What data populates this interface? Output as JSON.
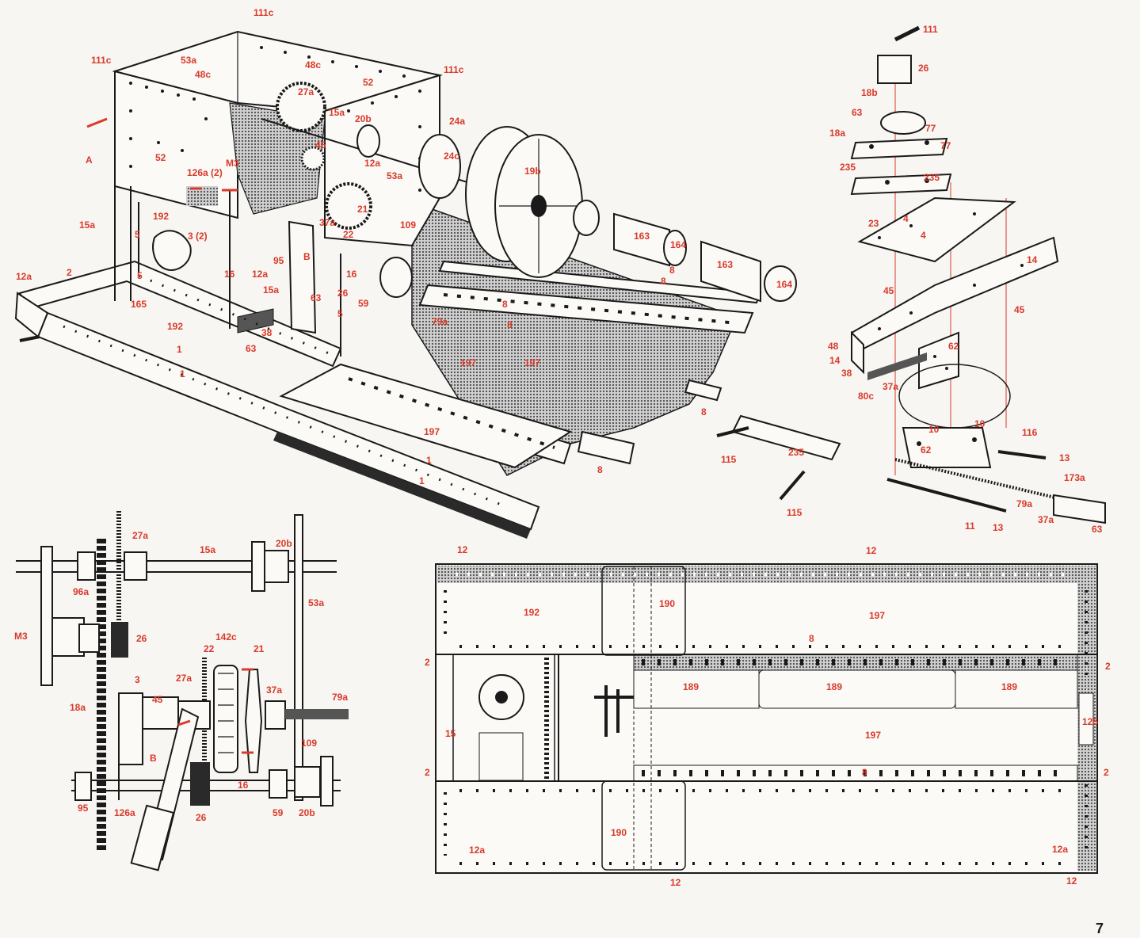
{
  "page_number": "7",
  "label_color": "#d93a2b",
  "ink_color": "#1a1a1a",
  "labels": [
    {
      "id": "a1",
      "text": "111c"
    },
    {
      "id": "a2",
      "text": "111c"
    },
    {
      "id": "a3",
      "text": "53a"
    },
    {
      "id": "a4",
      "text": "48c"
    },
    {
      "id": "a5",
      "text": "48c"
    },
    {
      "id": "a6",
      "text": "111c"
    },
    {
      "id": "a7",
      "text": "52"
    },
    {
      "id": "a8",
      "text": "27a"
    },
    {
      "id": "a9",
      "text": "15a"
    },
    {
      "id": "a10",
      "text": "20b"
    },
    {
      "id": "a11",
      "text": "24a"
    },
    {
      "id": "a12",
      "text": "45"
    },
    {
      "id": "a13",
      "text": "A"
    },
    {
      "id": "a14",
      "text": "52"
    },
    {
      "id": "a15",
      "text": "M3"
    },
    {
      "id": "a16",
      "text": "126a (2)"
    },
    {
      "id": "a17",
      "text": "12a"
    },
    {
      "id": "a18",
      "text": "53a"
    },
    {
      "id": "a19",
      "text": "24c"
    },
    {
      "id": "a20",
      "text": "19b"
    },
    {
      "id": "a21",
      "text": "192"
    },
    {
      "id": "a22",
      "text": "15a"
    },
    {
      "id": "a23",
      "text": "5"
    },
    {
      "id": "a24",
      "text": "3 (2)"
    },
    {
      "id": "a25",
      "text": "21"
    },
    {
      "id": "a26",
      "text": "37a"
    },
    {
      "id": "a27",
      "text": "22"
    },
    {
      "id": "a28",
      "text": "109"
    },
    {
      "id": "a29",
      "text": "163"
    },
    {
      "id": "a30",
      "text": "164"
    },
    {
      "id": "a31",
      "text": "163"
    },
    {
      "id": "a32",
      "text": "164"
    },
    {
      "id": "a33",
      "text": "5"
    },
    {
      "id": "a34",
      "text": "95"
    },
    {
      "id": "a35",
      "text": "B"
    },
    {
      "id": "a36",
      "text": "12a"
    },
    {
      "id": "a37",
      "text": "16"
    },
    {
      "id": "a38",
      "text": "16"
    },
    {
      "id": "a39",
      "text": "8"
    },
    {
      "id": "a40",
      "text": "8"
    },
    {
      "id": "a41",
      "text": "12a"
    },
    {
      "id": "a42",
      "text": "2"
    },
    {
      "id": "a43",
      "text": "165"
    },
    {
      "id": "a44",
      "text": "15a"
    },
    {
      "id": "a45",
      "text": "63"
    },
    {
      "id": "a46",
      "text": "26"
    },
    {
      "id": "a47",
      "text": "59"
    },
    {
      "id": "a48",
      "text": "8"
    },
    {
      "id": "a49",
      "text": "192"
    },
    {
      "id": "a50",
      "text": "5"
    },
    {
      "id": "a51",
      "text": "38"
    },
    {
      "id": "a52",
      "text": "63"
    },
    {
      "id": "a53",
      "text": "79a"
    },
    {
      "id": "a54",
      "text": "8"
    },
    {
      "id": "a55",
      "text": "197"
    },
    {
      "id": "a56",
      "text": "197"
    },
    {
      "id": "a57",
      "text": "1"
    },
    {
      "id": "a58",
      "text": "1"
    },
    {
      "id": "a59",
      "text": "197"
    },
    {
      "id": "a60",
      "text": "8"
    },
    {
      "id": "a61",
      "text": "1"
    },
    {
      "id": "a62",
      "text": "8"
    },
    {
      "id": "a63",
      "text": "1"
    },
    {
      "id": "b1",
      "text": "111"
    },
    {
      "id": "b2",
      "text": "26"
    },
    {
      "id": "b3",
      "text": "18b"
    },
    {
      "id": "b4",
      "text": "63"
    },
    {
      "id": "b5",
      "text": "77"
    },
    {
      "id": "b6",
      "text": "18a"
    },
    {
      "id": "b7",
      "text": "77"
    },
    {
      "id": "b8",
      "text": "235"
    },
    {
      "id": "b9",
      "text": "235"
    },
    {
      "id": "b10",
      "text": "23"
    },
    {
      "id": "b11",
      "text": "4"
    },
    {
      "id": "b12",
      "text": "4"
    },
    {
      "id": "b13",
      "text": "14"
    },
    {
      "id": "b14",
      "text": "45"
    },
    {
      "id": "b15",
      "text": "45"
    },
    {
      "id": "b16",
      "text": "48"
    },
    {
      "id": "b17",
      "text": "14"
    },
    {
      "id": "b18",
      "text": "38"
    },
    {
      "id": "b19",
      "text": "37a"
    },
    {
      "id": "b20",
      "text": "62"
    },
    {
      "id": "b21",
      "text": "80c"
    },
    {
      "id": "b22",
      "text": "10"
    },
    {
      "id": "b23",
      "text": "10"
    },
    {
      "id": "b24",
      "text": "62"
    },
    {
      "id": "b25",
      "text": "116"
    },
    {
      "id": "b26",
      "text": "13"
    },
    {
      "id": "b27",
      "text": "173a"
    },
    {
      "id": "b28",
      "text": "115"
    },
    {
      "id": "b29",
      "text": "235"
    },
    {
      "id": "b30",
      "text": "115"
    },
    {
      "id": "b31",
      "text": "79a"
    },
    {
      "id": "b32",
      "text": "37a"
    },
    {
      "id": "b33",
      "text": "11"
    },
    {
      "id": "b34",
      "text": "13"
    },
    {
      "id": "b35",
      "text": "63"
    },
    {
      "id": "c1",
      "text": "27a"
    },
    {
      "id": "c2",
      "text": "15a"
    },
    {
      "id": "c3",
      "text": "20b"
    },
    {
      "id": "c4",
      "text": "96a"
    },
    {
      "id": "c5",
      "text": "53a"
    },
    {
      "id": "c6",
      "text": "M3"
    },
    {
      "id": "c7",
      "text": "26"
    },
    {
      "id": "c8",
      "text": "142c"
    },
    {
      "id": "c9",
      "text": "22"
    },
    {
      "id": "c10",
      "text": "21"
    },
    {
      "id": "c11",
      "text": "27a"
    },
    {
      "id": "c12",
      "text": "3"
    },
    {
      "id": "c13",
      "text": "37a"
    },
    {
      "id": "c14",
      "text": "79a"
    },
    {
      "id": "c15",
      "text": "45"
    },
    {
      "id": "c16",
      "text": "18a"
    },
    {
      "id": "c17",
      "text": "109"
    },
    {
      "id": "c18",
      "text": "B"
    },
    {
      "id": "c19",
      "text": "16"
    },
    {
      "id": "c20",
      "text": "95"
    },
    {
      "id": "c21",
      "text": "126a"
    },
    {
      "id": "c22",
      "text": "26"
    },
    {
      "id": "c23",
      "text": "59"
    },
    {
      "id": "c24",
      "text": "20b"
    },
    {
      "id": "d1",
      "text": "12"
    },
    {
      "id": "d2",
      "text": "12"
    },
    {
      "id": "d3",
      "text": "192"
    },
    {
      "id": "d4",
      "text": "190"
    },
    {
      "id": "d5",
      "text": "197"
    },
    {
      "id": "d6",
      "text": "8"
    },
    {
      "id": "d7",
      "text": "2"
    },
    {
      "id": "d8",
      "text": "2"
    },
    {
      "id": "d9",
      "text": "189"
    },
    {
      "id": "d10",
      "text": "189"
    },
    {
      "id": "d11",
      "text": "189"
    },
    {
      "id": "d12",
      "text": "15"
    },
    {
      "id": "d13",
      "text": "197"
    },
    {
      "id": "d14",
      "text": "125"
    },
    {
      "id": "d15",
      "text": "2"
    },
    {
      "id": "d16",
      "text": "2"
    },
    {
      "id": "d17",
      "text": "8"
    },
    {
      "id": "d18",
      "text": "190"
    },
    {
      "id": "d19",
      "text": "12a"
    },
    {
      "id": "d20",
      "text": "12a"
    },
    {
      "id": "d21",
      "text": "12"
    },
    {
      "id": "d22",
      "text": "12"
    }
  ]
}
